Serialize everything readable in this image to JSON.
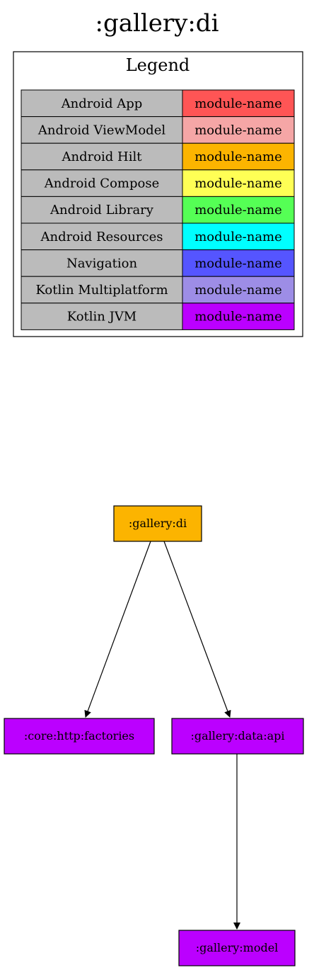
{
  "title": ":gallery:di",
  "legend": {
    "title": "Legend",
    "sample_label": "module-name",
    "rows": [
      {
        "label": "Android App",
        "color": "#ff5555"
      },
      {
        "label": "Android ViewModel",
        "color": "#f5a6a6"
      },
      {
        "label": "Android Hilt",
        "color": "#fcb400"
      },
      {
        "label": "Android Compose",
        "color": "#ffff55"
      },
      {
        "label": "Android Library",
        "color": "#55ff55"
      },
      {
        "label": "Android Resources",
        "color": "#00ffff"
      },
      {
        "label": "Navigation",
        "color": "#5555ff"
      },
      {
        "label": "Kotlin Multiplatform",
        "color": "#9d8de6"
      },
      {
        "label": "Kotlin JVM",
        "color": "#bb00ff"
      }
    ],
    "label_bg": "#bbbbbb"
  },
  "nodes": [
    {
      "id": "gallery-di",
      "label": ":gallery:di",
      "color": "#fcb400"
    },
    {
      "id": "core-http-factories",
      "label": ":core:http:factories",
      "color": "#bb00ff"
    },
    {
      "id": "gallery-data-api",
      "label": ":gallery:data:api",
      "color": "#bb00ff"
    },
    {
      "id": "gallery-model",
      "label": ":gallery:model",
      "color": "#bb00ff"
    }
  ],
  "edges": [
    {
      "from": "gallery-di",
      "to": "core-http-factories"
    },
    {
      "from": "gallery-di",
      "to": "gallery-data-api"
    },
    {
      "from": "gallery-data-api",
      "to": "gallery-model"
    }
  ]
}
